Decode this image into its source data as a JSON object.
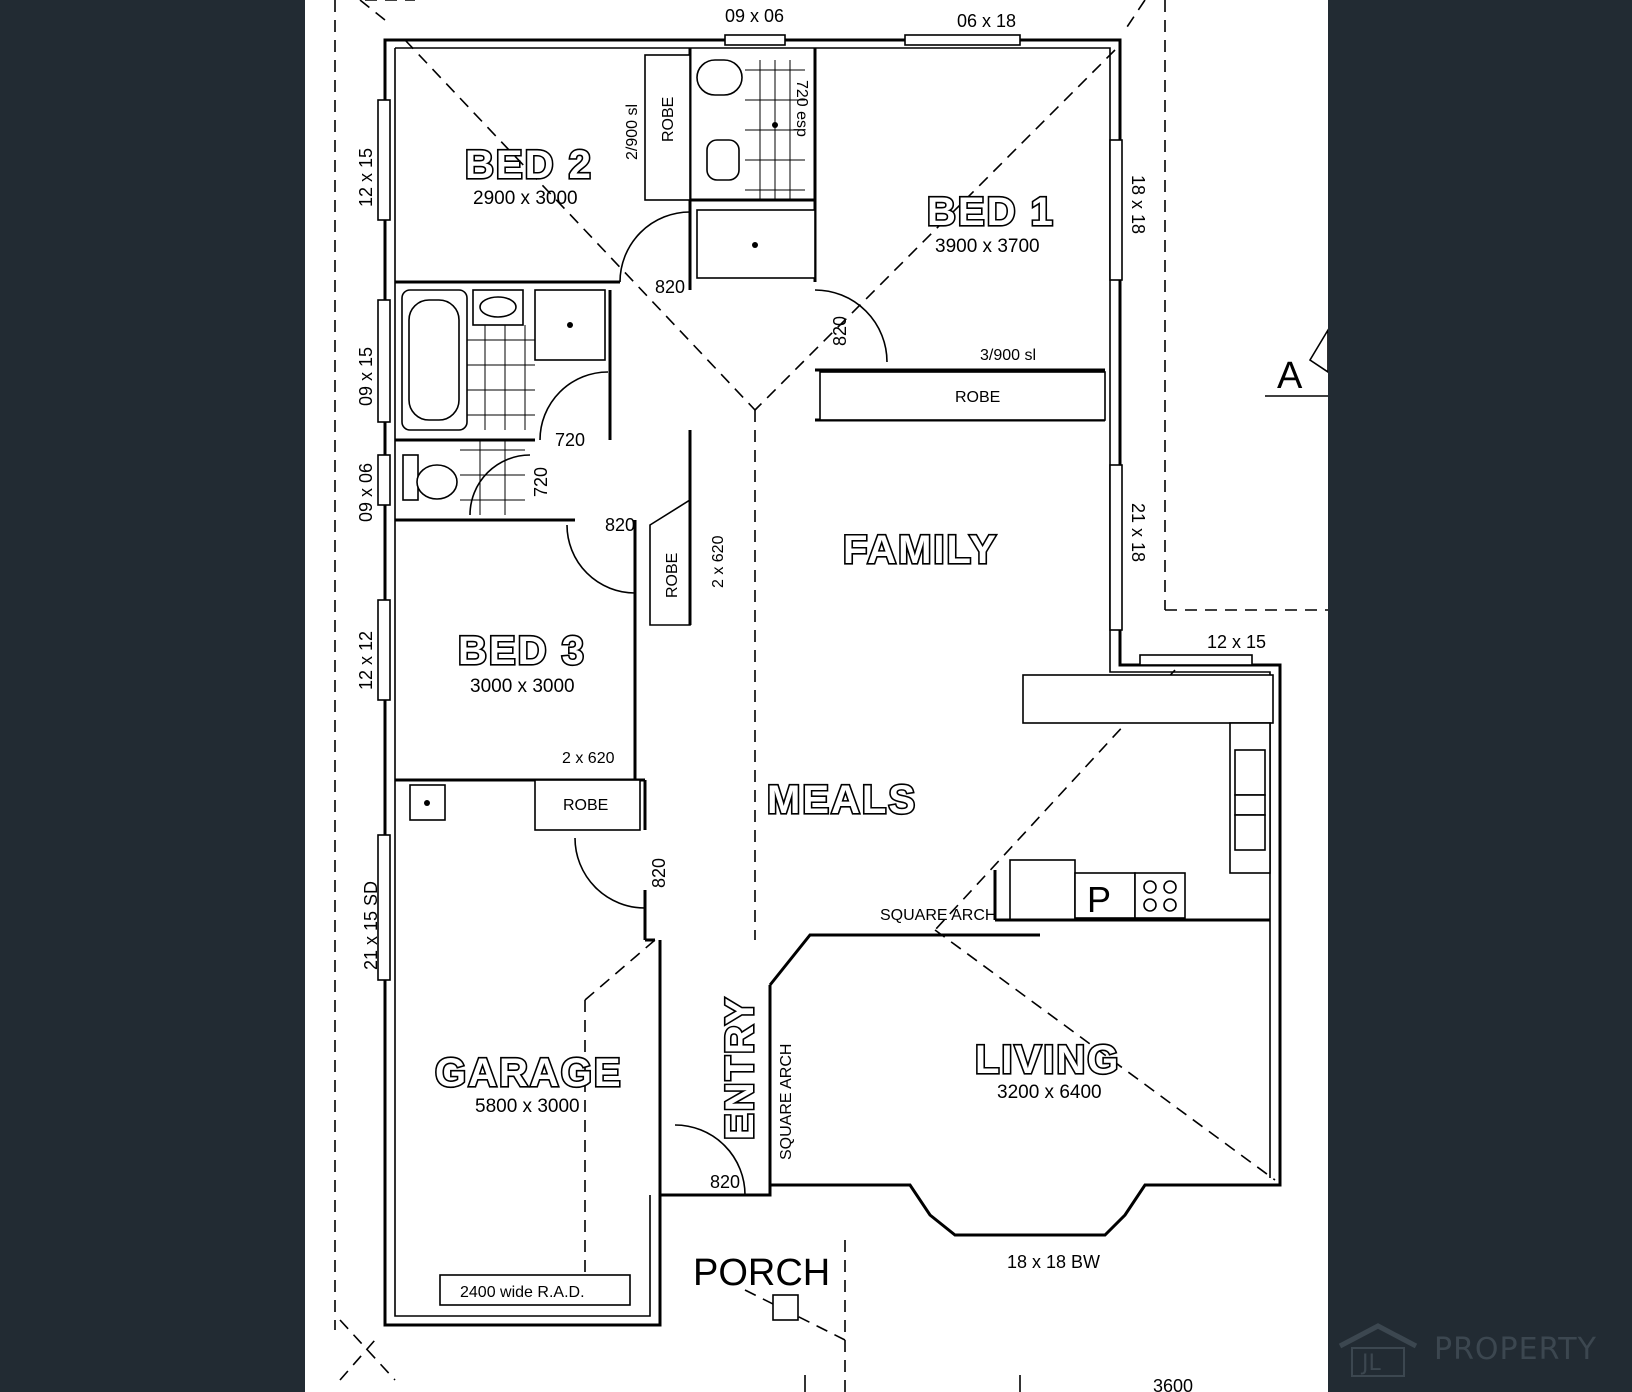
{
  "rooms": {
    "bed2": {
      "name": "BED 2",
      "dims": "2900 x 3000"
    },
    "bed1": {
      "name": "BED 1",
      "dims": "3900 x 3700"
    },
    "bed3": {
      "name": "BED 3",
      "dims": "3000 x 3000"
    },
    "family": {
      "name": "FAMILY"
    },
    "meals": {
      "name": "MEALS"
    },
    "garage": {
      "name": "GARAGE",
      "dims": "5800 x 3000"
    },
    "living": {
      "name": "LIVING",
      "dims": "3200 x 6400"
    },
    "entry": {
      "name": "ENTRY"
    },
    "porch": {
      "name": "PORCH"
    }
  },
  "windows": {
    "top_left": "09 x 06",
    "top_right": "06 x 18",
    "bed2_side": "12 x 15",
    "bed1_side": "18 x 18",
    "bath_side": "09 x 15",
    "wc_side": "09 x 06",
    "bed3_side": "12 x 12",
    "garage_side": "21 x 15 SD",
    "family_side": "21 x 18",
    "kitchen_top": "12 x 15",
    "living_bay": "18 x 18 BW"
  },
  "labels": {
    "robe": "ROBE",
    "robe_bed2_size": "2/900 sl",
    "robe_bed1_size": "3/900 sl",
    "robe_bed3_size": "2 x 620",
    "robe_hall_size": "2 x 620",
    "door_820": "820",
    "door_720": "720",
    "ensuite_door": "720 esp",
    "square_arch": "SQUARE ARCH",
    "rad": "2400 wide R.A.D.",
    "pantry": "P",
    "elevation": "A",
    "bottom_dim": "3600"
  },
  "logo": {
    "text": "PROPERTY",
    "initials": "JL"
  }
}
